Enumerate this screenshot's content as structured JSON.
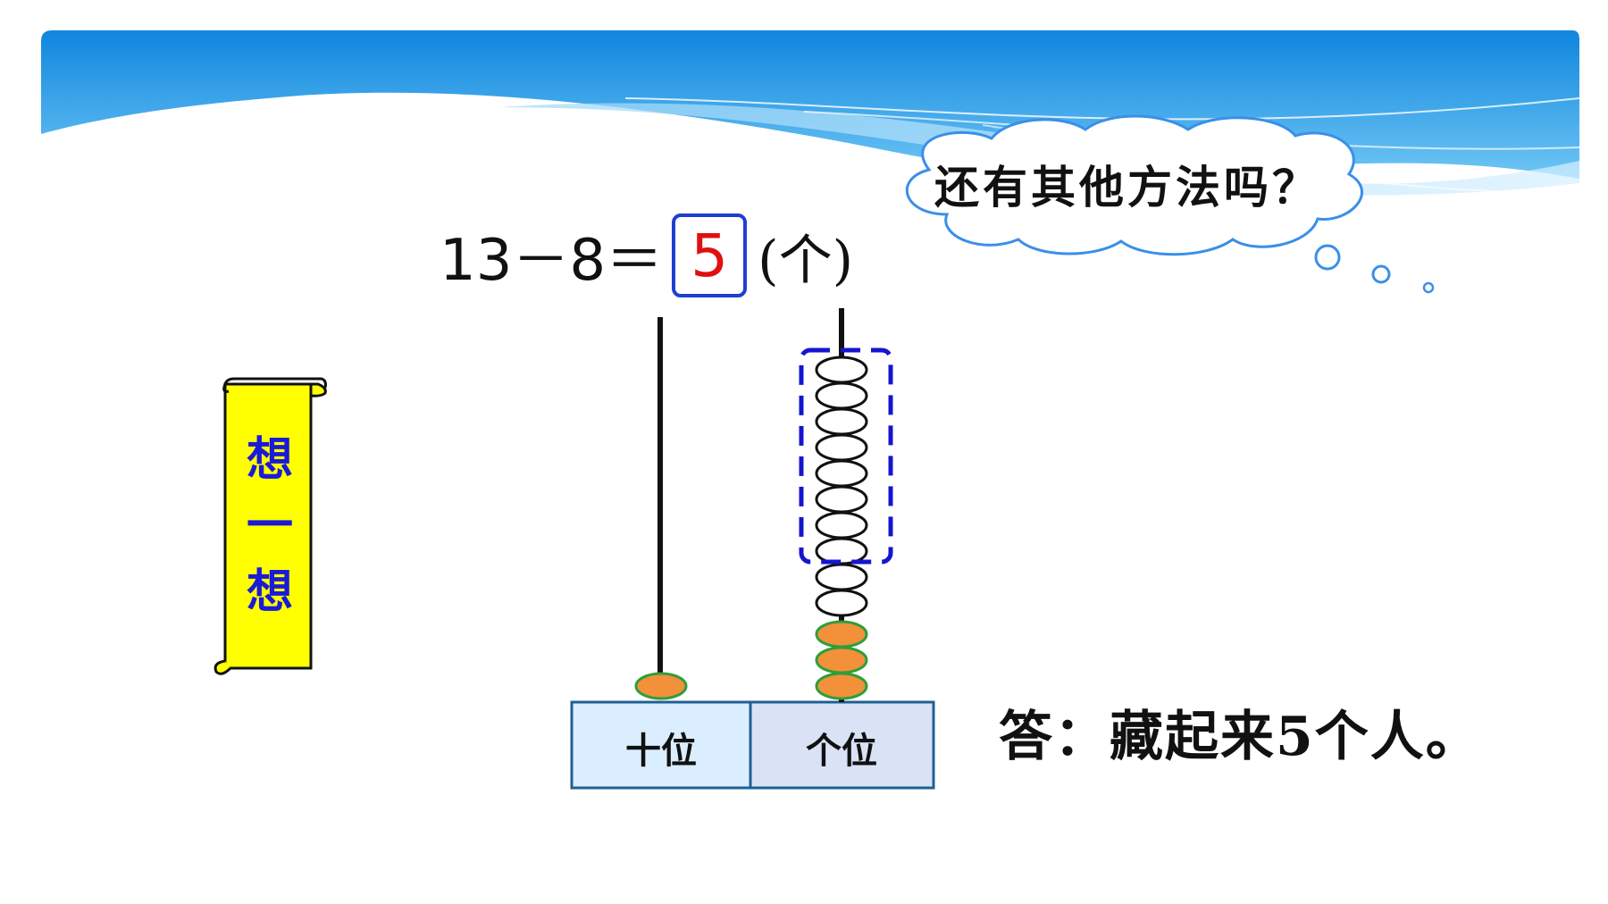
{
  "equation": {
    "left": "13－8＝",
    "answer": "5",
    "unit": "(个)"
  },
  "thought_bubble": {
    "text": "还有其他方法吗？"
  },
  "scroll": {
    "text": "想一想"
  },
  "abacus": {
    "tens_label": "十位",
    "ones_label": "个位",
    "tens_beads": 1,
    "ones_beads_total": 13,
    "ones_beads_hidden": 8,
    "ones_beads_remaining_white": 2,
    "ones_beads_colored": 3
  },
  "answer": {
    "text": "答：藏起来5个人。"
  },
  "colors": {
    "header_blue": "#1b8fe0",
    "bead_orange": "#f2913a",
    "bead_outline_green": "#2f9e3a",
    "answer_box_blue": "#1f3fd0",
    "answer_red": "#e01010",
    "scroll_yellow": "#ffff00",
    "scroll_text_blue": "#1a1ad8",
    "dashed_blue": "#1515d0",
    "cloud_outline": "#3a8fe8",
    "tens_box_fill": "#dbeeff",
    "ones_box_fill": "#d9e3f5"
  }
}
